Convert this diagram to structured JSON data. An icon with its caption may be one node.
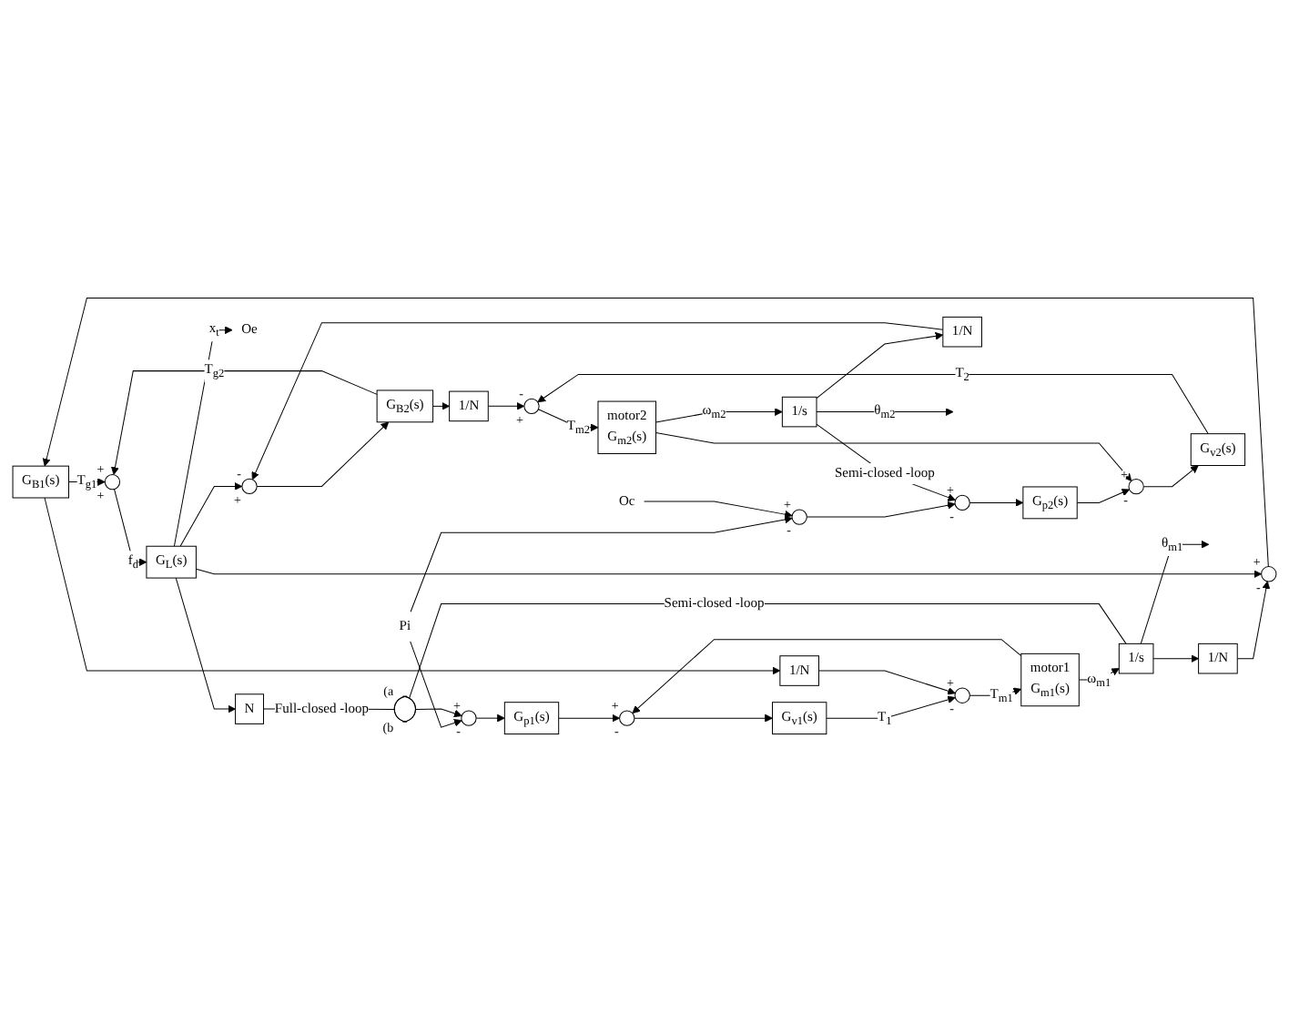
{
  "diagram": {
    "nodes": [
      {
        "text": [],
        "shape": "switch",
        "beside": [
          "(a",
          "(b"
        ]
      },
      {
        "text": [
          "N"
        ]
      },
      {
        "text": [
          "Pi"
        ]
      },
      {
        "text": [],
        "shape": "circle",
        "beside": [
          "+",
          "-"
        ]
      },
      {
        "text": [
          "G$_{p1}$(s)"
        ]
      },
      {
        "text": [],
        "shape": "circle",
        "beside": [
          "+",
          "-"
        ]
      },
      {
        "text": [
          "G$_{v1}$(s)"
        ]
      },
      {
        "text": [],
        "shape": "circle",
        "beside": [
          "+",
          "-"
        ]
      },
      {
        "text": [
          "motor1",
          "G$_{m1}$(s)"
        ]
      },
      {
        "text": [
          "1/s"
        ]
      },
      {
        "text": [
          "1/N"
        ]
      },
      {
        "text": [
          "1/N"
        ]
      },
      {
        "text": [
          "G$_{B1}$(s)"
        ]
      },
      {
        "text": [],
        "shape": "circle",
        "beside": [
          "+",
          "-"
        ]
      },
      {
        "text": [],
        "shape": "circle",
        "beside": [
          "+",
          "+"
        ]
      },
      {
        "text": [
          "G$_{L}$(s)"
        ]
      },
      {
        "text": [
          "Oe"
        ]
      },
      {
        "text": [
          "G$_{B2}$(s)"
        ]
      },
      {
        "text": [],
        "shape": "circle",
        "beside": [
          "-",
          "+"
        ]
      },
      {
        "text": [
          "1/N"
        ]
      },
      {
        "text": [
          "1/N"
        ]
      },
      {
        "text": [
          "Oc"
        ]
      },
      {
        "text": [],
        "shape": "circle",
        "beside": [
          "+",
          "-"
        ]
      },
      {
        "text": [],
        "shape": "circle",
        "beside": [
          "+",
          "-"
        ]
      },
      {
        "text": [
          "G$_{p2}$(s)"
        ]
      },
      {
        "text": [],
        "shape": "circle",
        "beside": [
          "+",
          "-"
        ]
      },
      {
        "text": [
          "G$_{v2}$(s)"
        ]
      },
      {
        "text": [],
        "shape": "circle",
        "beside": [
          "-",
          "+"
        ]
      },
      {
        "text": [
          "motor2",
          "G$_{m2}$(s)"
        ]
      },
      {
        "text": [
          "1/s"
        ]
      }
    ],
    "edges": [
      {
        "from": 2,
        "to": 3,
        "arrow": "to"
      },
      {
        "from": 2,
        "to": 22,
        "arrow": "to"
      },
      {
        "from": 0,
        "to": 3,
        "arrow": "to"
      },
      {
        "from": 3,
        "to": 4,
        "arrow": "to"
      },
      {
        "from": 4,
        "to": 5,
        "arrow": "to"
      },
      {
        "from": 5,
        "to": 6,
        "arrow": "to"
      },
      {
        "from": 6,
        "to": 7,
        "arrow": "to",
        "label": "T$_{1}$"
      },
      {
        "from": 7,
        "to": 8,
        "arrow": "to",
        "label": "T$_{m1}$"
      },
      {
        "from": 8,
        "to": 9,
        "arrow": "to",
        "label": "ω$_{m1}$"
      },
      {
        "from": 8,
        "to": 5,
        "arrow": "to"
      },
      {
        "from": 9,
        "to": null,
        "arrow": "to",
        "label": "θ$_{m1}$"
      },
      {
        "from": 9,
        "to": 0,
        "arrow": "none",
        "label": "Semi-closed -loop"
      },
      {
        "from": 9,
        "to": 11,
        "arrow": "to"
      },
      {
        "from": 10,
        "to": 7,
        "arrow": "to"
      },
      {
        "from": 11,
        "to": 13,
        "arrow": "to"
      },
      {
        "from": 13,
        "to": 12,
        "arrow": "to"
      },
      {
        "from": 12,
        "to": 14,
        "arrow": "to",
        "label": "T$_{g1}$"
      },
      {
        "from": 12,
        "to": 10,
        "arrow": "to"
      },
      {
        "from": 14,
        "to": 15,
        "arrow": "to",
        "label": "f$_{d}$"
      },
      {
        "from": 15,
        "to": 1,
        "arrow": "to"
      },
      {
        "from": 15,
        "to": 16,
        "arrow": "to",
        "label": "x$_{t}$"
      },
      {
        "from": 15,
        "to": 13,
        "arrow": "to"
      },
      {
        "from": 15,
        "to": 18,
        "arrow": "to"
      },
      {
        "from": 1,
        "to": 0,
        "arrow": "none",
        "label": "Full-closed -loop"
      },
      {
        "from": 18,
        "to": 17,
        "arrow": "to"
      },
      {
        "from": 17,
        "to": 14,
        "arrow": "to",
        "label": "T$_{g2}$"
      },
      {
        "from": 17,
        "to": 19,
        "arrow": "to"
      },
      {
        "from": 20,
        "to": 18,
        "arrow": "to"
      },
      {
        "from": 19,
        "to": 27,
        "arrow": "to"
      },
      {
        "from": 21,
        "to": 22,
        "arrow": "to"
      },
      {
        "from": 22,
        "to": 23,
        "arrow": "to"
      },
      {
        "from": 23,
        "to": 24,
        "arrow": "to"
      },
      {
        "from": 24,
        "to": 25,
        "arrow": "to"
      },
      {
        "from": 25,
        "to": 26,
        "arrow": "to"
      },
      {
        "from": 26,
        "to": 27,
        "arrow": "to",
        "label": "T$_{2}$"
      },
      {
        "from": 27,
        "to": 28,
        "arrow": "to",
        "label": "T$_{m2}$"
      },
      {
        "from": 28,
        "to": 29,
        "arrow": "to",
        "label": "ω$_{m2}$"
      },
      {
        "from": 28,
        "to": 25,
        "arrow": "to"
      },
      {
        "from": 29,
        "to": null,
        "arrow": "to",
        "label": "θ$_{m2}$"
      },
      {
        "from": 29,
        "to": 20,
        "arrow": "to"
      },
      {
        "from": 29,
        "to": 23,
        "arrow": "to",
        "label": "Semi-closed -loop"
      }
    ]
  }
}
